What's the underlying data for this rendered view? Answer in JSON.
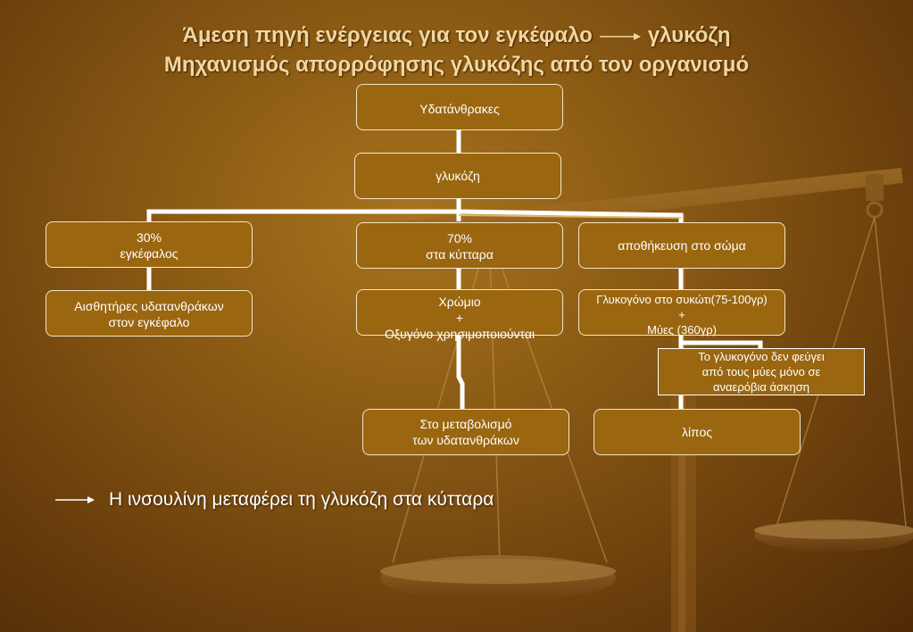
{
  "title": {
    "line1_left": "Άμεση πηγή ενέργειας για τον εγκέφαλο",
    "line1_right": "γλυκόζη",
    "line2": "Μηχανισμός απορρόφησης γλυκόζης από τον οργανισμό"
  },
  "nodes": {
    "carbs": "Υδατάνθρακες",
    "glucose": "γλυκόζη",
    "brain": "30%\nεγκέφαλος",
    "cells": "70%\nστα κύτταρα",
    "storage": "αποθήκευση στο σώμα",
    "sensors": "Αισθητήρες υδατανθράκων\nστον εγκέφαλο",
    "chromium": "Χρώμιο\n+\nΟξυγόνο χρησιμοποιούνται",
    "glycogen": "Γλυκογόνο στο συκώτι(75-100γρ)\n+\nΜύες (360γρ)",
    "muscle_note": "Το γλυκογόνο δεν φεύγει\nαπό τους μύες μόνο σε\nαναερόβια άσκηση",
    "metabolism": "Στο μεταβολισμό\nτων υδατανθράκων",
    "fat": "λίπος"
  },
  "note": "Η ινσουλίνη μεταφέρει τη γλυκόζη στα κύτταρα",
  "colors": {
    "background": "#8a5a14",
    "box_fill": "#9a6610",
    "title_text": "#f2d6a0",
    "connector": "#ffffff"
  }
}
